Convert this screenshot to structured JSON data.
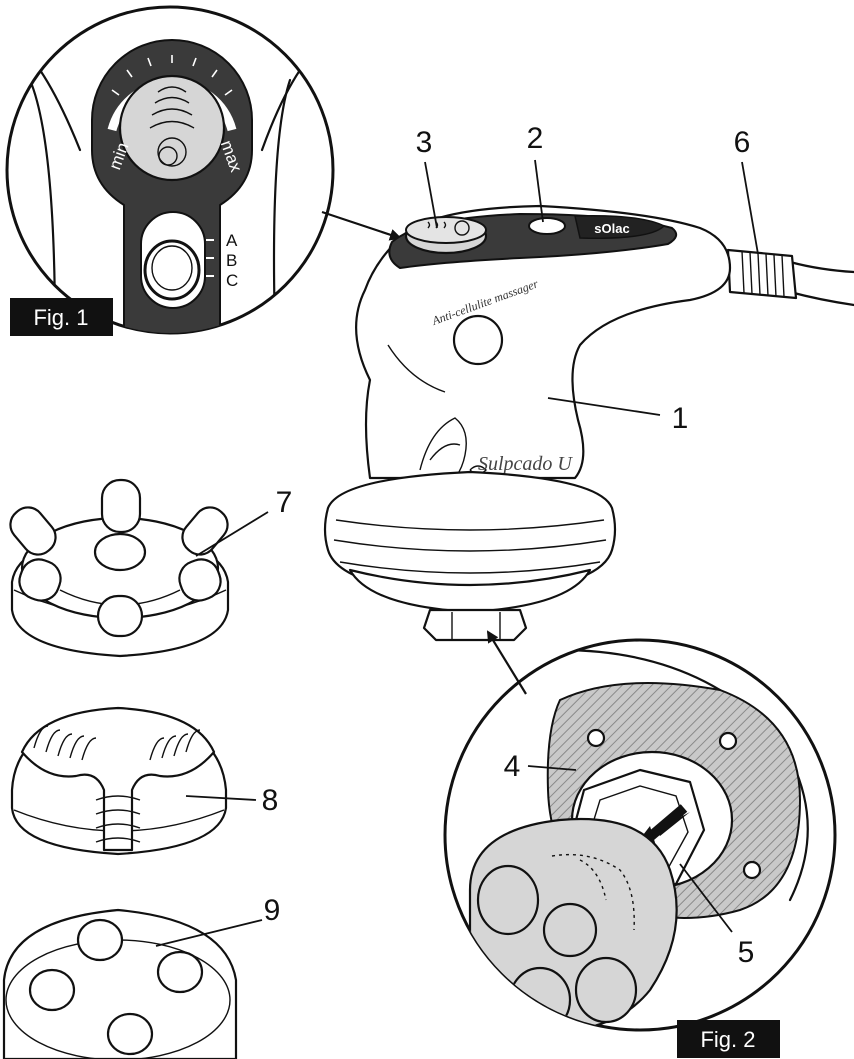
{
  "figures": {
    "fig1": "Fig. 1",
    "fig2": "Fig. 2"
  },
  "dial": {
    "min": "min",
    "max": "max",
    "positions": [
      "A",
      "B",
      "C"
    ]
  },
  "device": {
    "brand": "sOlac",
    "model_text": "Anti-cellulite massager",
    "logo_script": "Sulpcado U"
  },
  "callouts": [
    "1",
    "2",
    "3",
    "4",
    "5",
    "6",
    "7",
    "8",
    "9"
  ]
}
